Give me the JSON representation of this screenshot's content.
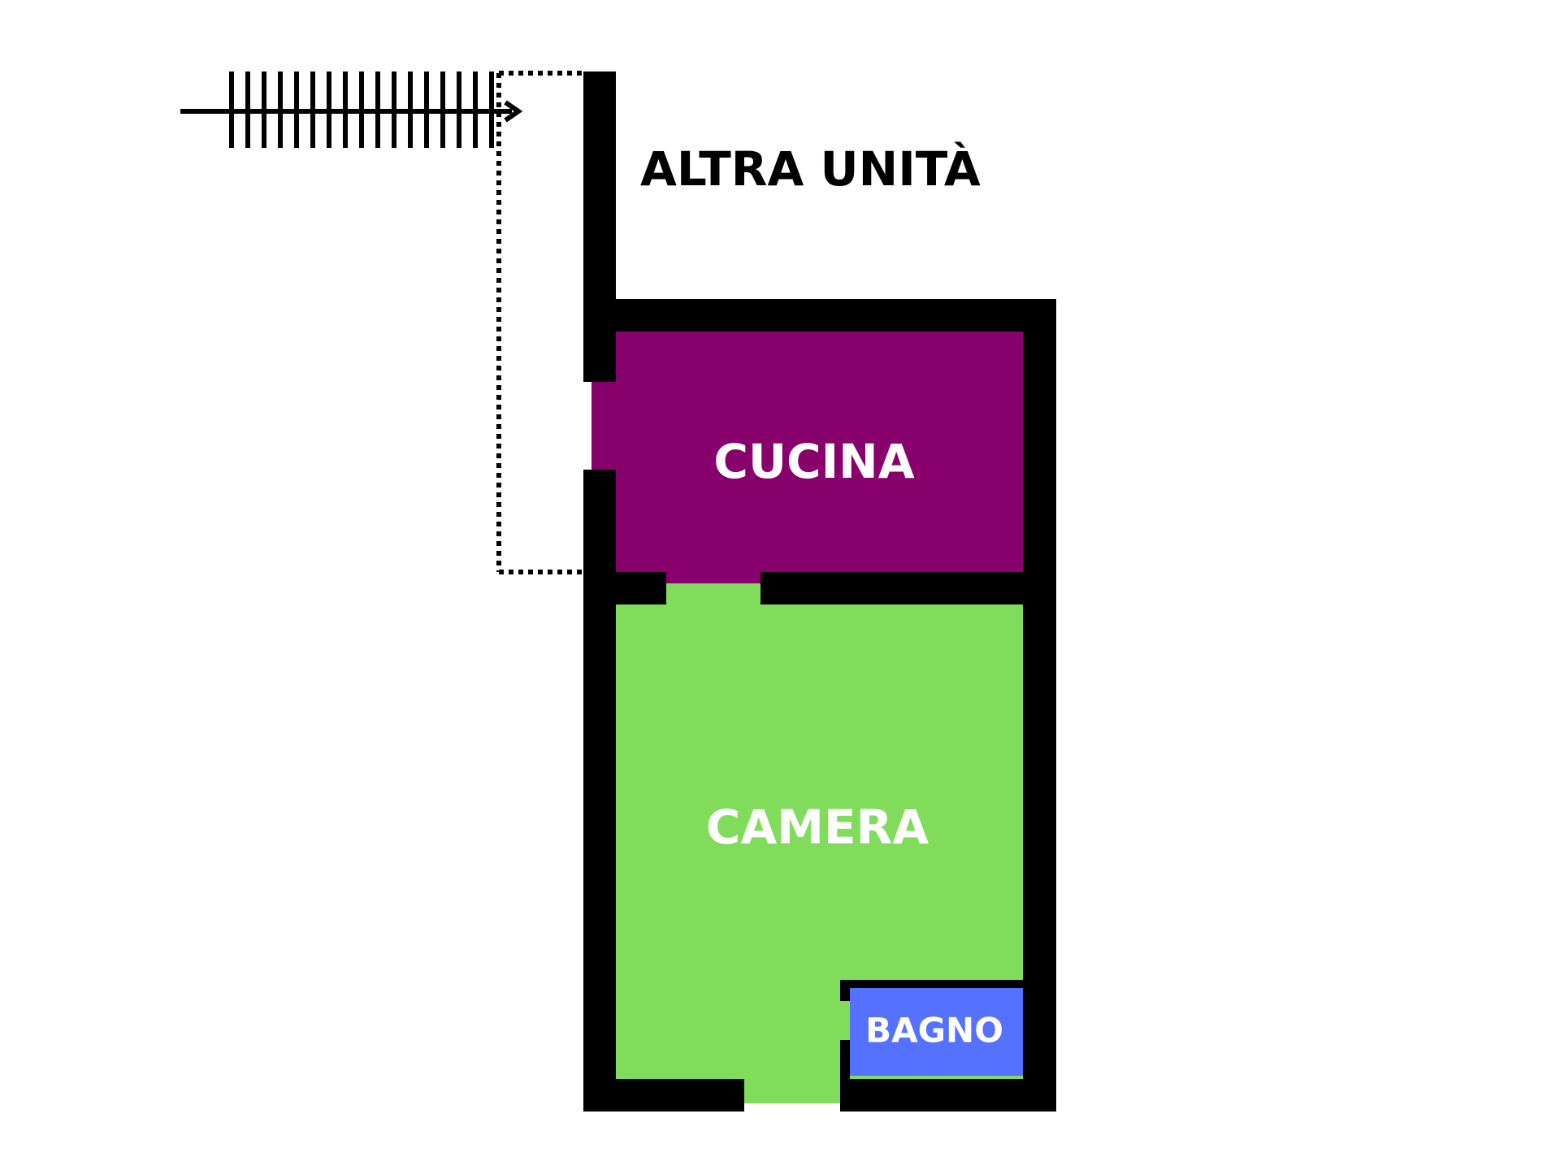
{
  "labels": {
    "other_unit": "ALTRA UNITÀ",
    "kitchen": "CUCINA",
    "bedroom": "CAMERA",
    "bathroom": "BAGNO"
  },
  "colors": {
    "wall": "#000000",
    "kitchen": "#87006b",
    "bedroom": "#80dc5a",
    "bathroom": "#5471ff",
    "background": "#ffffff"
  },
  "icons": {
    "stairs": "stairs-icon",
    "direction_arrow": "arrow-right-icon"
  }
}
